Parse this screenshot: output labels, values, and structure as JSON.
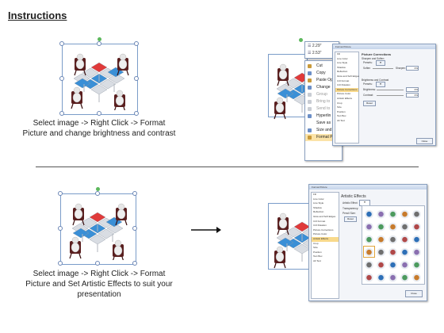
{
  "title": "Instructions",
  "step1": {
    "caption": [
      "Select image -> Right Click -> Format",
      "Picture and change brightness and contrast"
    ]
  },
  "step2": {
    "caption": [
      "Select image -> Right Click -> Format",
      "Picture and Set Artistic Effects to suit your",
      "presentation"
    ]
  },
  "size_box": {
    "height": "2.29\"",
    "width": "2.53\""
  },
  "context_menu": {
    "items": [
      {
        "label": "Cut",
        "icon": "scissors-icon",
        "disabled": false
      },
      {
        "label": "Copy",
        "icon": "copy-icon",
        "disabled": false
      },
      {
        "label": "Paste Op",
        "icon": "paste-icon",
        "disabled": false
      },
      {
        "label": "Change",
        "icon": "change-picture-icon",
        "disabled": false
      },
      {
        "label": "Group",
        "icon": "group-icon",
        "disabled": true
      },
      {
        "label": "Bring to",
        "icon": "bring-forward-icon",
        "disabled": true
      },
      {
        "label": "Send to",
        "icon": "send-backward-icon",
        "disabled": true
      },
      {
        "label": "Hyperlin",
        "icon": "hyperlink-icon",
        "disabled": false
      },
      {
        "label": "Save as I",
        "icon": "",
        "disabled": false
      },
      {
        "label": "Size and",
        "icon": "size-icon",
        "disabled": false
      },
      {
        "label": "Format Picture...",
        "icon": "format-picture-icon",
        "disabled": false,
        "highlighted": true
      }
    ]
  },
  "format_dialog_1": {
    "title": "Format Picture",
    "nav": [
      "Fill",
      "Line Color",
      "Line Style",
      "Shadow",
      "Reflection",
      "Glow and Soft Edges",
      "3-D Format",
      "3-D Rotation",
      "Picture Corrections",
      "Picture Color",
      "Artistic Effects",
      "Crop",
      "Size",
      "Position",
      "Text Box",
      "Alt Text"
    ],
    "active": "Picture Corrections",
    "heading": "Picture Corrections",
    "section1": "Sharpen and Soften",
    "presets_label": "Presets:",
    "soften": "Soften",
    "sharpen": "Sharpen:",
    "sharpen_value": "0%",
    "section2": "Brightness and Contrast",
    "brightness": "Brightness:",
    "brightness_value": "0%",
    "contrast": "Contrast:",
    "contrast_value": "0%",
    "reset": "Reset",
    "close": "Close"
  },
  "format_dialog_2": {
    "title": "Format Picture",
    "nav": [
      "Fill",
      "Line Color",
      "Line Style",
      "Shadow",
      "Reflection",
      "Glow and Soft Edges",
      "3-D Format",
      "3-D Rotation",
      "Picture Corrections",
      "Picture Color",
      "Artistic Effects",
      "Crop",
      "Size",
      "Position",
      "Text Box",
      "Alt Text"
    ],
    "active": "Artistic Effects",
    "heading": "Artistic Effects",
    "artistic_effect": "Artistic Effect:",
    "transparency": "Transparency:",
    "pencil_size": "Pencil Size:",
    "reset": "Reset",
    "close": "Close"
  },
  "colors": {
    "accent": "#f8d98b",
    "selection": "#7a9cc9",
    "puzzle_blue": "#3a8fd6",
    "puzzle_red": "#e03a3a"
  }
}
